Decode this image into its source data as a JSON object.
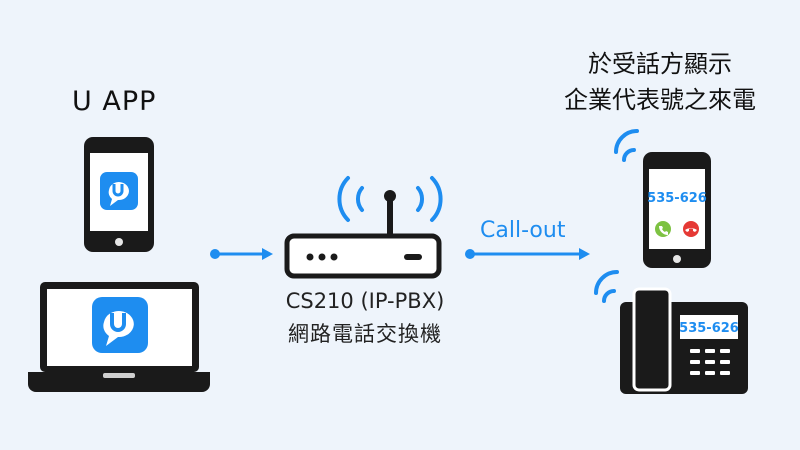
{
  "app_label": "U APP",
  "receiver_label_line1": "於受話方顯示",
  "receiver_label_line2": "企業代表號之來電",
  "pbx_label_line1": "CS210 (IP-PBX)",
  "pbx_label_line2": "網路電話交換機",
  "callout_label": "Call-out",
  "mobile_display_number": "535-626",
  "desk_display_number": "535-626",
  "colors": {
    "background": "#eef4fb",
    "accent": "#1e8df0",
    "device": "#1a1a1a",
    "app_icon": "#1e8df0"
  },
  "icons": [
    "u-app-icon",
    "wifi-icon",
    "router-icon",
    "arrow-icon",
    "answer-icon",
    "decline-icon"
  ]
}
